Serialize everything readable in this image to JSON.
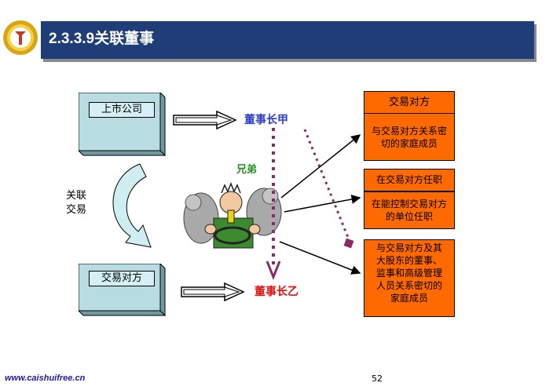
{
  "header": {
    "title": "2.3.3.9关联董事"
  },
  "left": {
    "listed_company": "上市公司",
    "counterparty": "交易对方",
    "related_transaction": [
      "关联",
      "交易"
    ]
  },
  "center": {
    "chairman_a": "董事长甲",
    "brothers": "兄弟",
    "chairman_b": "董事长乙"
  },
  "right": {
    "box1_title": "交易对方",
    "box1_desc": "与交易对方关系密切的家庭成员",
    "box2_title": "在交易对方任职",
    "box2_desc": "在能控制交易对方的单位任职",
    "box3_desc": "与交易对方及其大股东的董事、监事和高级管理人员关系密切的家庭成员"
  },
  "footer": {
    "url": "www.caishuifree.cn",
    "page": "52"
  },
  "colors": {
    "header": "#1f3e78",
    "box_teal": "#b7dde3",
    "orange": "#ff6a00",
    "purple": "#8b2a66",
    "blue_text": "#2e3cc8",
    "red_text": "#e01010",
    "green_text": "#1e8f1e"
  }
}
